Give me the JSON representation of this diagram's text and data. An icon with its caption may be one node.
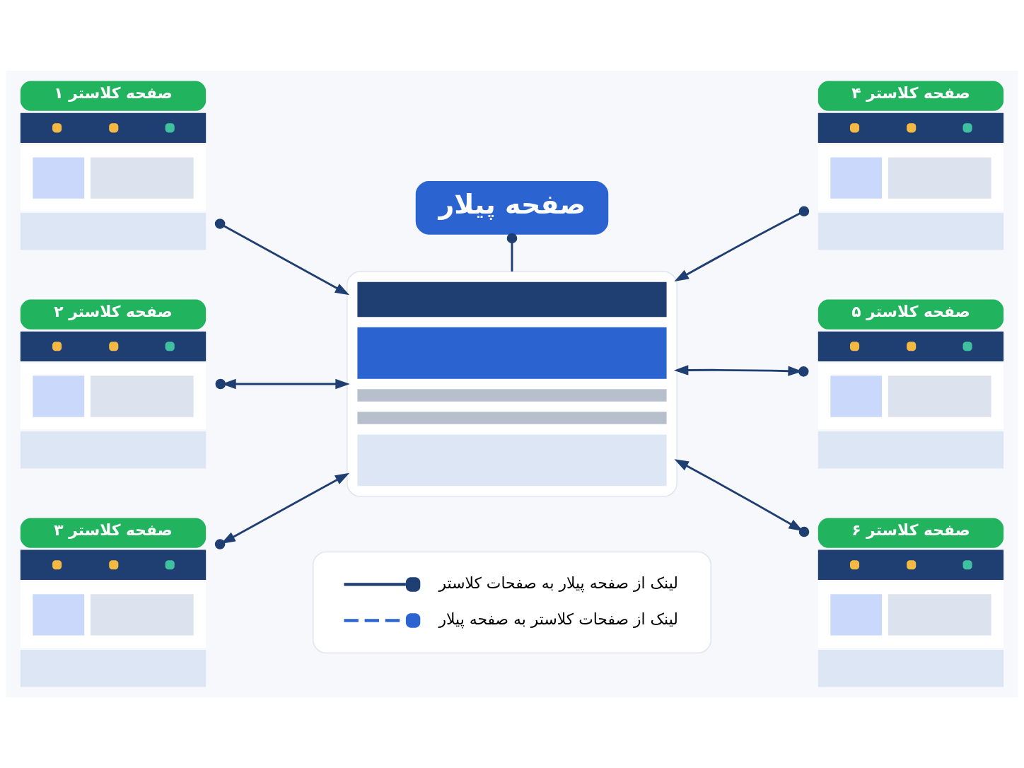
{
  "diagram": {
    "nodes": [
      {
        "text": [
          "صفحه کلاستر ۱"
        ]
      },
      {
        "text": [
          "صفحه کلاستر ۴"
        ]
      },
      {
        "text": [
          "صفحه پیلار"
        ]
      },
      {
        "text": [],
        "shape": "box"
      },
      {
        "text": [
          "صفحه کلاستر ۲"
        ]
      },
      {
        "text": [
          "صفحه کلاستر ۵"
        ]
      },
      {
        "text": [
          "صفحه کلاستر ۳"
        ]
      },
      {
        "text": [
          "صفحه کلاستر ۶"
        ]
      }
    ],
    "edges": [
      {
        "from": 0,
        "to": 3,
        "arrow": "to"
      },
      {
        "from": 1,
        "to": 3,
        "arrow": "to"
      },
      {
        "from": 2,
        "to": 3,
        "arrow": "other"
      },
      {
        "from": 4,
        "to": 3,
        "arrow": "both"
      },
      {
        "from": 5,
        "to": 3,
        "arrow": "both"
      },
      {
        "from": 6,
        "to": 3,
        "arrow": "both"
      },
      {
        "from": 7,
        "to": 3,
        "arrow": "both"
      }
    ],
    "legend": [
      {
        "text": "لینک از صفحه پیلار به صفحات کلاستر"
      },
      {
        "text": "لینک از صفحات کلاستر به صفحه پیلار"
      }
    ]
  }
}
